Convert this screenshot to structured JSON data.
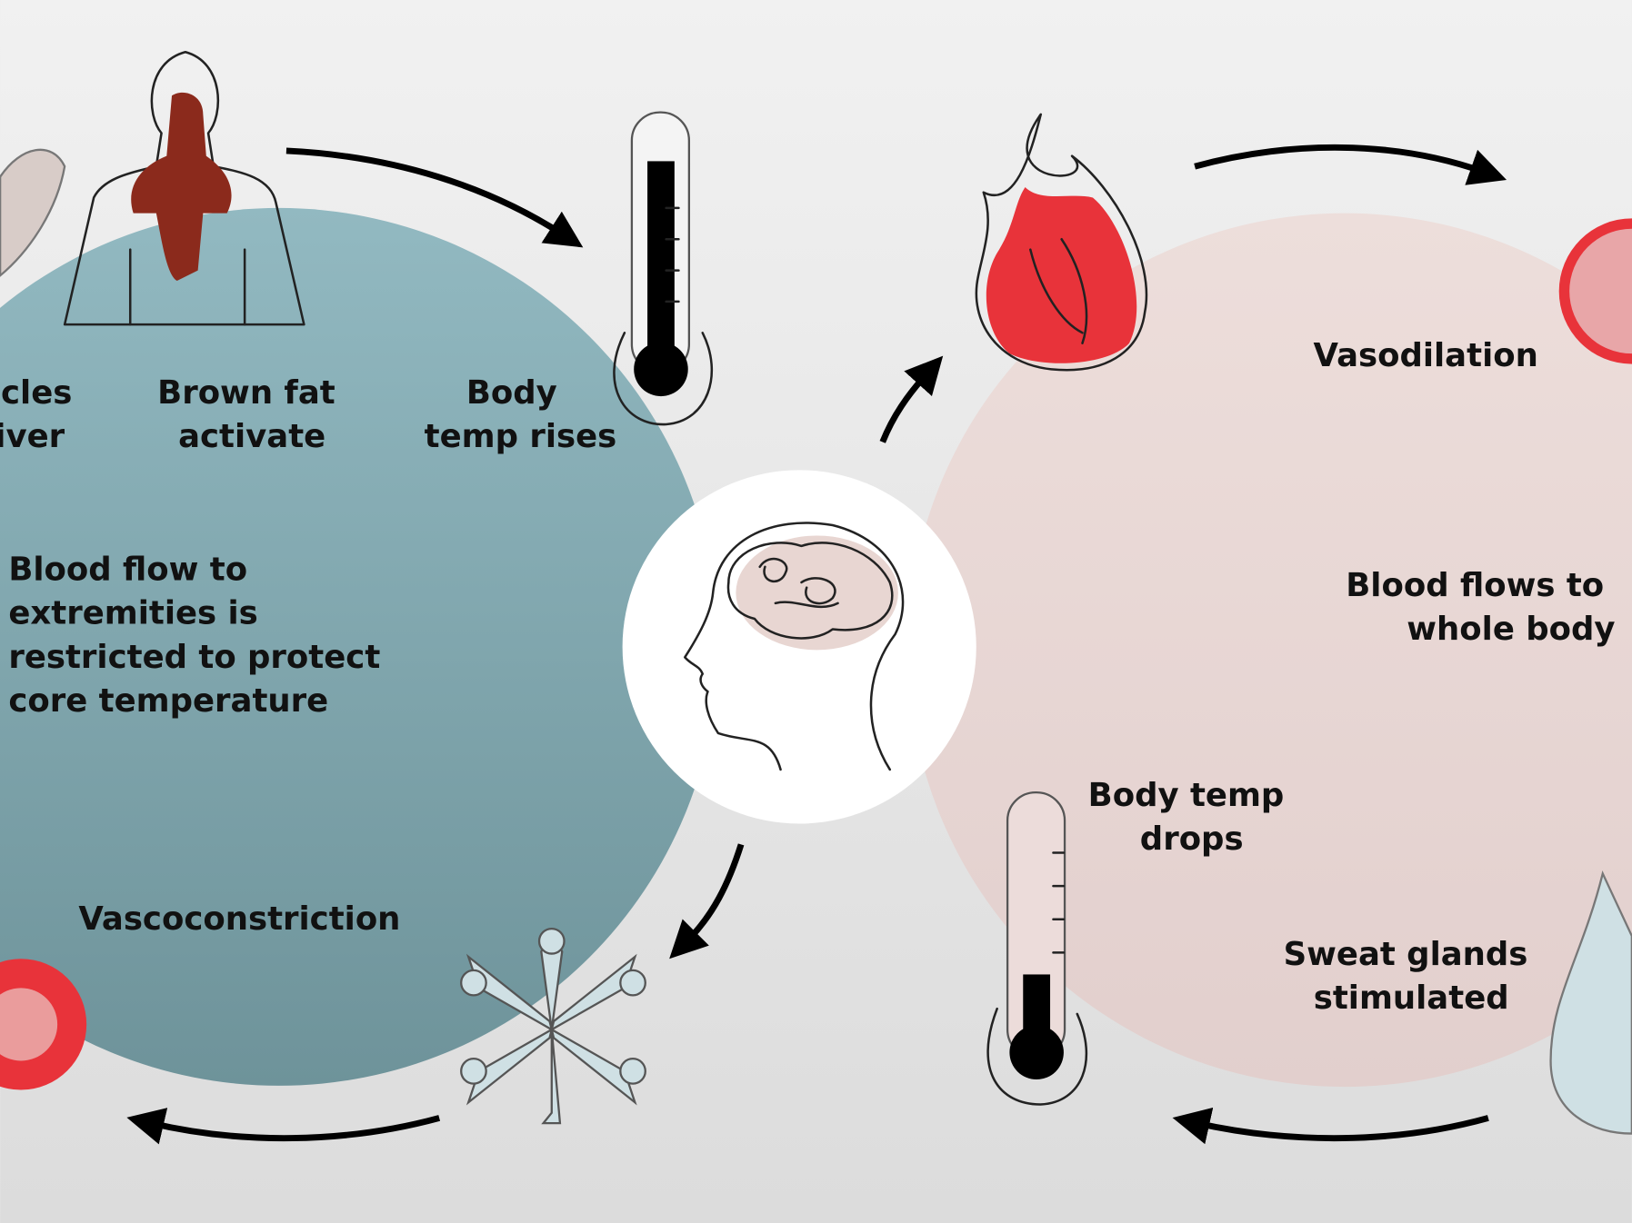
{
  "colors": {
    "cold_circle": "#8fb6be",
    "warm_circle": "#ecdcda",
    "background": "#ececec",
    "red": "#e8333a",
    "brown": "#8b2a1c"
  },
  "left_cycle": {
    "muscles": [
      "scles",
      "iver"
    ],
    "brown_fat": [
      "Brown fat",
      "activate"
    ],
    "temp_rises": [
      "Body",
      "temp rises"
    ],
    "blood_flow": [
      "Blood flow to",
      "extremities is",
      "restricted to protect",
      "core temperature"
    ],
    "vaso": "Vascoconstriction"
  },
  "right_cycle": {
    "vaso": "Vasodilation",
    "blood_flow": [
      "Blood flows to",
      "whole body"
    ],
    "temp_drops": [
      "Body temp",
      "drops"
    ],
    "sweat": [
      "Sweat glands",
      "stimulated"
    ]
  }
}
